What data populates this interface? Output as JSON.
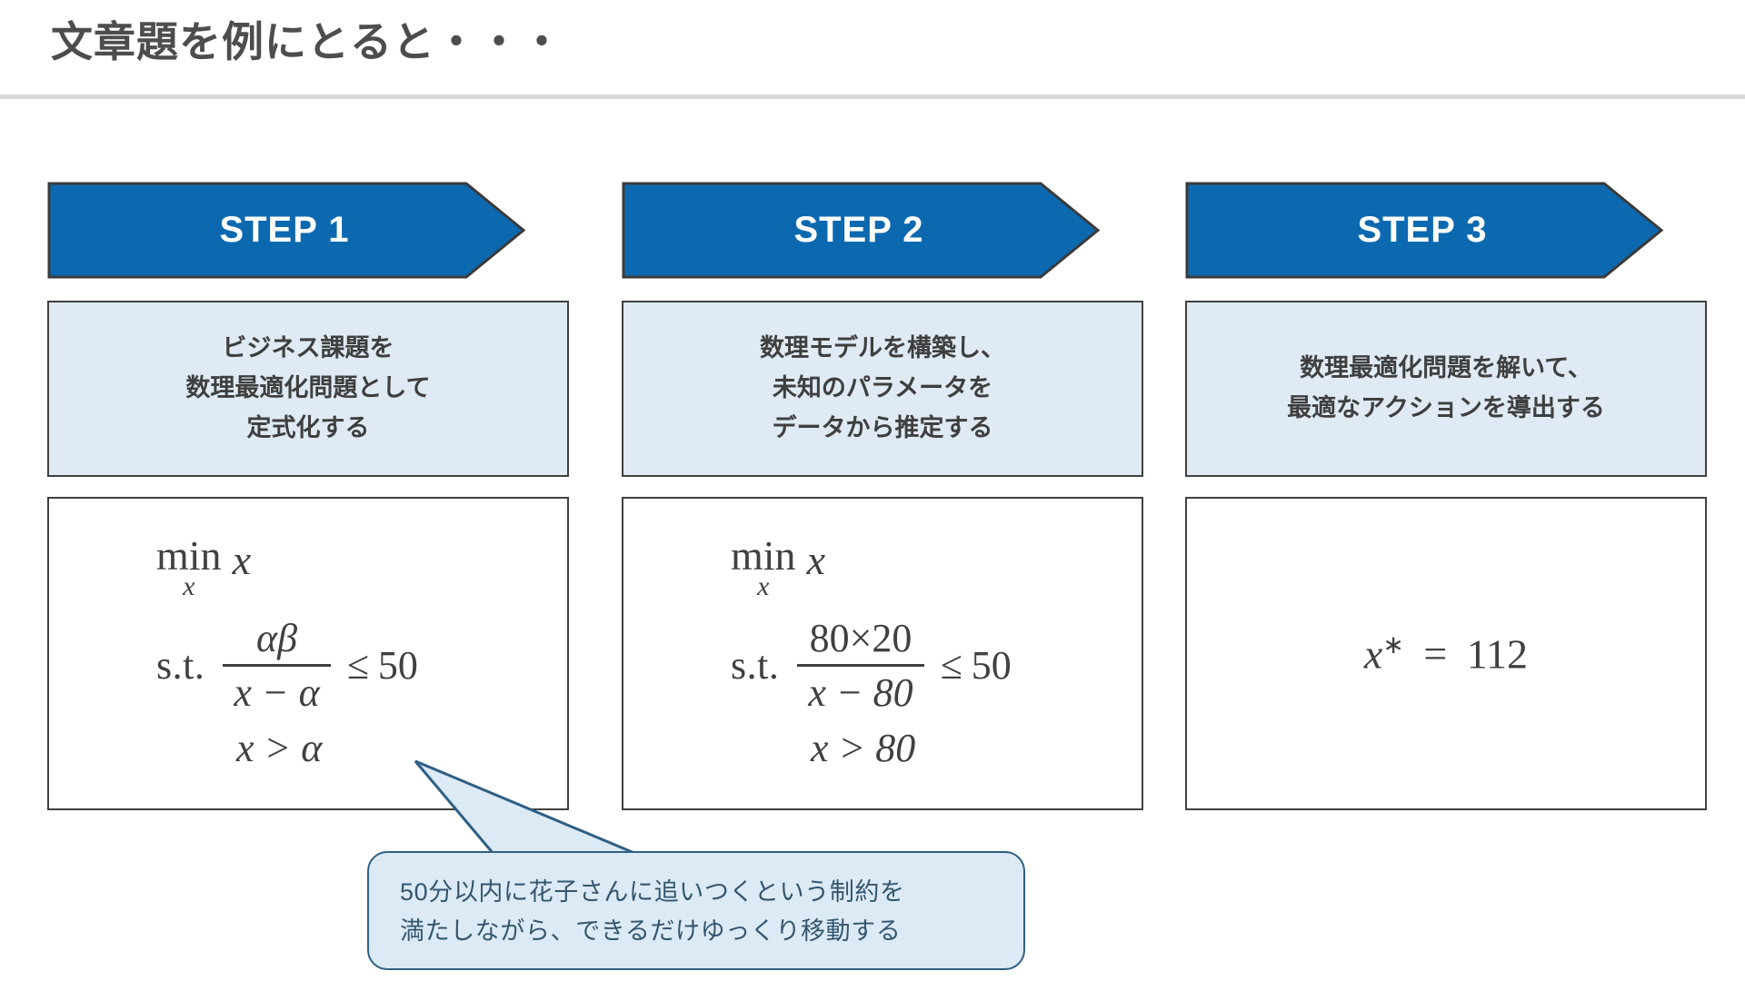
{
  "slide": {
    "title": "文章題を例にとると・・・"
  },
  "colors": {
    "banner_fill": "#0c69b0",
    "banner_stroke": "#3a3a3a",
    "desc_fill": "#dfeaf4",
    "box_stroke": "#404040",
    "callout_fill": "#dceaf5",
    "callout_stroke": "#2f5f84",
    "text": "#404040",
    "title_text": "#4d4d4d"
  },
  "steps": [
    {
      "banner": "STEP 1",
      "description": [
        "ビジネス課題を",
        "数理最適化問題として",
        "定式化する"
      ],
      "formula": {
        "kind": "optimization",
        "objective_op": "min",
        "objective_sub": "x",
        "objective_arg": "x",
        "st_label": "s.t.",
        "numerator": "αβ",
        "denominator": "x − α",
        "relation": "≤",
        "rhs": "50",
        "extra_constraint": "x > α"
      }
    },
    {
      "banner": "STEP 2",
      "description": [
        "数理モデルを構築し、",
        "未知のパラメータを",
        "データから推定する"
      ],
      "formula": {
        "kind": "optimization",
        "objective_op": "min",
        "objective_sub": "x",
        "objective_arg": "x",
        "st_label": "s.t.",
        "numerator": "80×20",
        "denominator": "x − 80",
        "relation": "≤",
        "rhs": "50",
        "extra_constraint": "x > 80"
      }
    },
    {
      "banner": "STEP 3",
      "description": [
        "数理最適化問題を解いて、",
        "最適なアクションを導出する"
      ],
      "formula": {
        "kind": "result",
        "variable": "x",
        "superscript": "∗",
        "equals": "=",
        "value": "112"
      }
    }
  ],
  "callout": {
    "lines": [
      "50分以内に花子さんに追いつくという制約を",
      "満たしながら、できるだけゆっくり移動する"
    ]
  }
}
